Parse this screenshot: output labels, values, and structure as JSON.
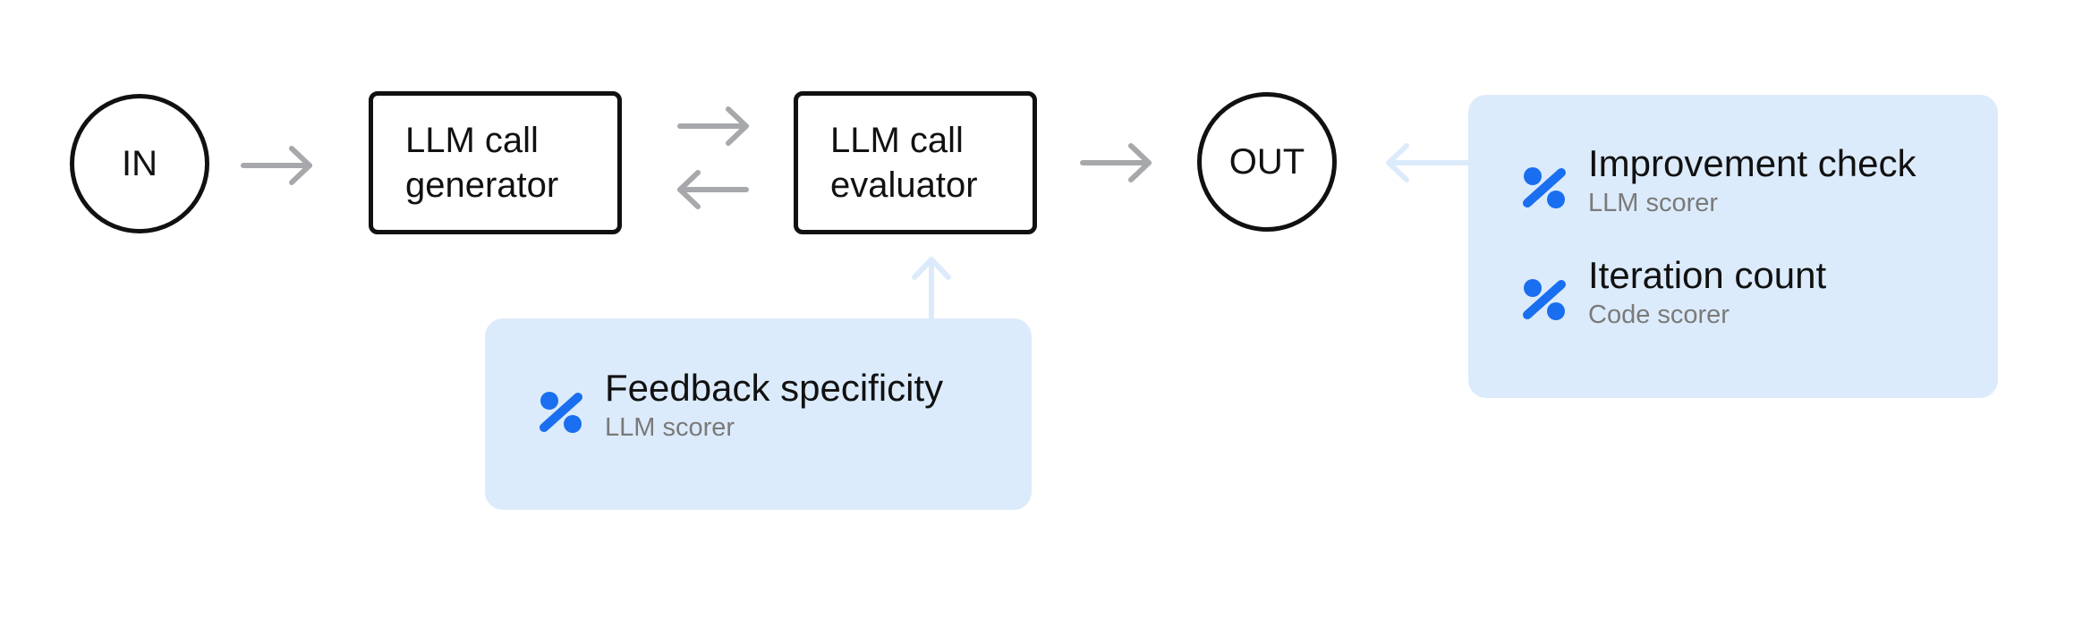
{
  "nodes": {
    "input": "IN",
    "generator": "LLM call\ngenerator",
    "evaluator": "LLM call\nevaluator",
    "output": "OUT"
  },
  "panels": {
    "evaluator_scorers": [
      {
        "name": "Feedback specificity",
        "type": "LLM scorer",
        "icon": "percent-icon"
      }
    ],
    "output_scorers": [
      {
        "name": "Improvement check",
        "type": "LLM scorer",
        "icon": "percent-icon"
      },
      {
        "name": "Iteration count",
        "type": "Code scorer",
        "icon": "percent-icon"
      }
    ]
  },
  "colors": {
    "node_border": "#111111",
    "flow_arrow": "#a6a8ab",
    "scorer_arrow": "#dcebfb",
    "panel_background": "#dcebfb",
    "scorer_icon": "#1a6ff0",
    "scorer_type_text": "#7a7a7a"
  }
}
